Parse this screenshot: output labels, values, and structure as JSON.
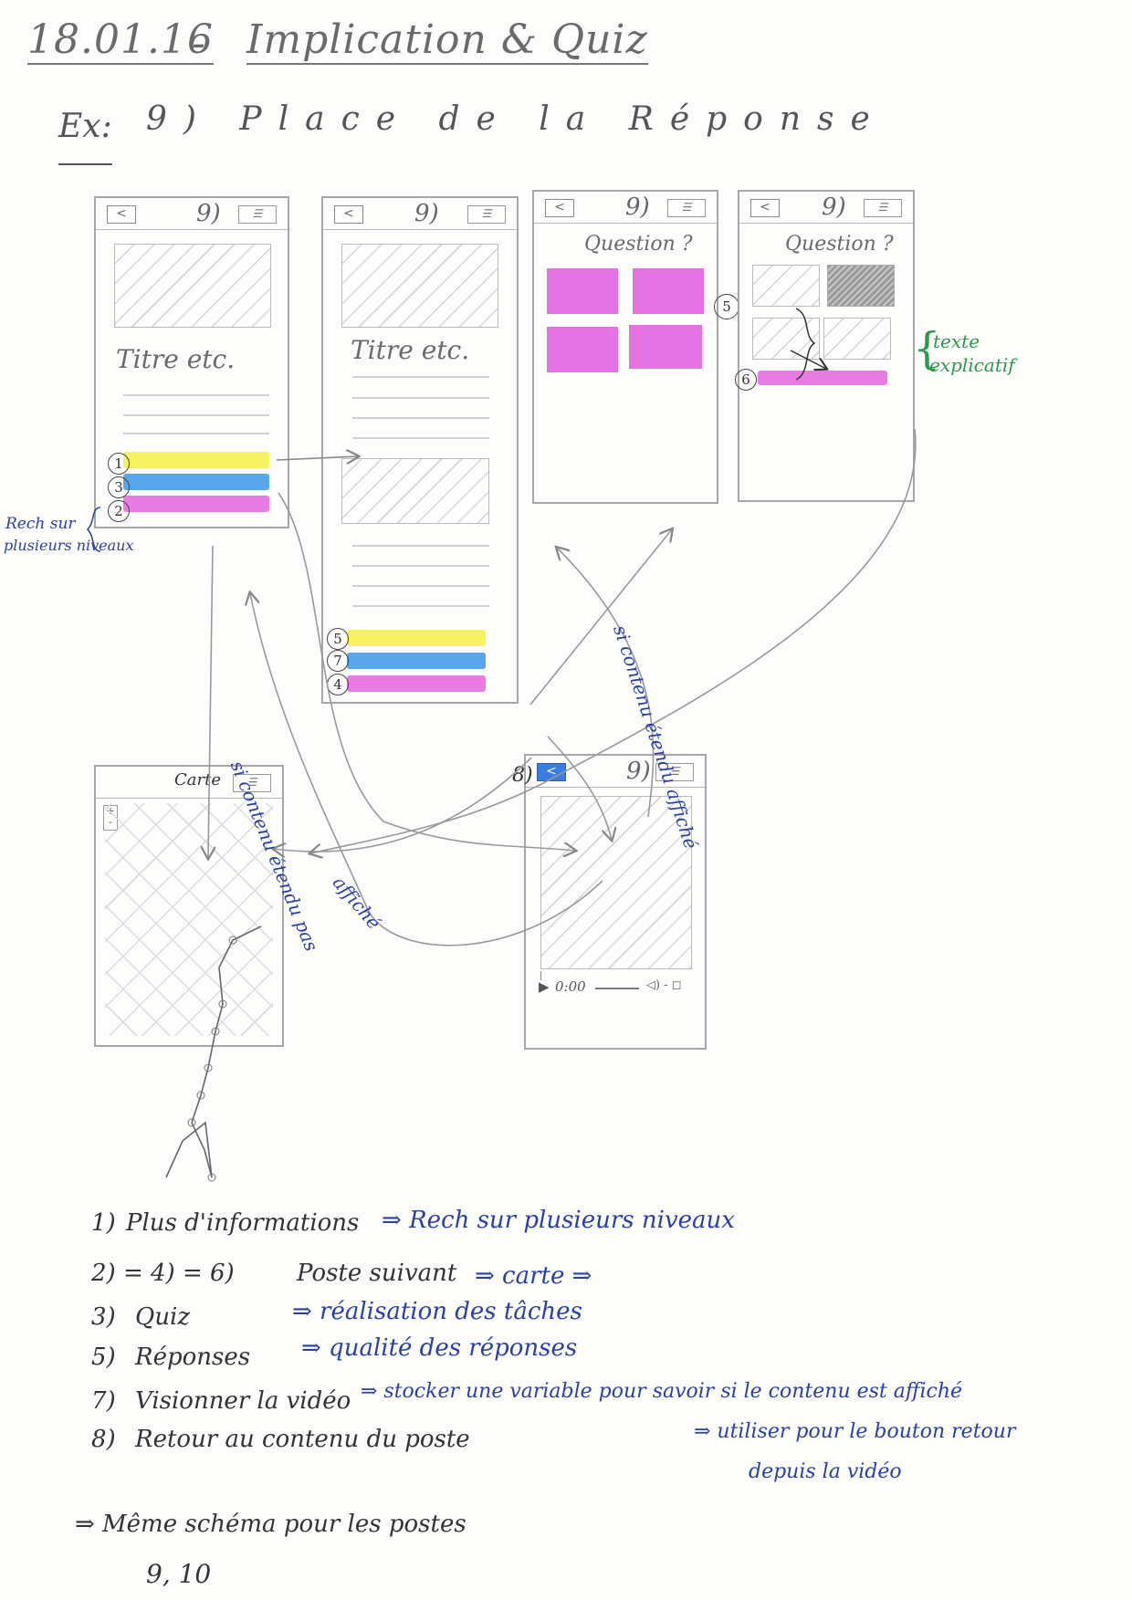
{
  "header": {
    "date": "18.01.16",
    "dash": "-",
    "topic": "Implication & Quiz",
    "ex_label": "Ex:",
    "ex_title": "9) Place de la Réponse"
  },
  "screens": {
    "screen_number": "9)",
    "back_glyph": "<",
    "menu_glyph": "☰",
    "title_text": "Titre etc.",
    "question_text": "Question ?",
    "map_title": "Carte",
    "map_plus": "+",
    "map_minus": "-",
    "video_time": "0:00",
    "video_controls": "◁) - ◻"
  },
  "circled_numbers": {
    "c1": "1",
    "c2": "2",
    "c3": "3",
    "c4": "4",
    "c5": "5",
    "c6": "6",
    "c7": "7",
    "c8": "8"
  },
  "annotations": {
    "left_note_1": "Rech sur",
    "left_note_2": "plusieurs niveaux",
    "arrow_label_1": "si contenu étendu pas",
    "arrow_label_2": "affiché",
    "arrow_label_3": "si contenu étendu affiché",
    "green_note_1": "texte",
    "green_note_2": "explicatif"
  },
  "notes": [
    {
      "num": "1)",
      "label": "Plus d'informations",
      "result": "⇒ Rech sur plusieurs niveaux"
    },
    {
      "num": "2) = 4) = 6)",
      "label": "Poste suivant",
      "result": "⇒ carte ⇒"
    },
    {
      "num": "3)",
      "label": "Quiz",
      "result": "⇒ réalisation des tâches"
    },
    {
      "num": "5)",
      "label": "Réponses",
      "result": "⇒ qualité des réponses"
    },
    {
      "num": "7)",
      "label": "Visionner la vidéo",
      "result": "⇒ stocker une variable pour savoir si le contenu est affiché"
    },
    {
      "num": "8)",
      "label": "Retour au contenu du poste",
      "result": "⇒ utiliser pour le bouton retour"
    },
    {
      "num": "",
      "label": "",
      "result": "depuis la vidéo"
    }
  ],
  "footer": {
    "line1": "⇒ Même schéma pour les postes",
    "line2": "9, 10"
  }
}
